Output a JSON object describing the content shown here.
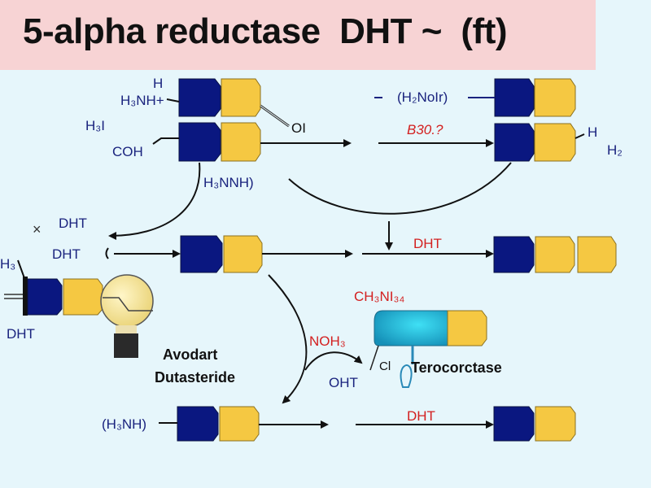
{
  "title": "5-alpha reductase  DHT ~  (ft)",
  "labels": {
    "h_top": "H",
    "h3nh": "H₃NH+",
    "h3i": "H₃I",
    "coh": "COH",
    "ol": "OI",
    "h3nnh": "H₃NNH)",
    "h2nolr": "(H₂NoIr)",
    "b30": "B30.?",
    "h_right": "H",
    "h2": "H₂",
    "x_mark": "×",
    "dht1": "DHT",
    "dht2": "DHT",
    "h3_left": "H₃",
    "dht_left": "DHT",
    "dht_mid": "DHT",
    "ch3nl": "CH₃NI₃₄",
    "noh3": "NOH₃",
    "cl": "Cl",
    "oht": "OHT",
    "terocorctase": "Terocorctase",
    "avodart": "Avodart",
    "dutasteride": "Dutasteride",
    "h3nh_bottom": "(H₃NH)",
    "dht_bottom": "DHT"
  },
  "colors": {
    "navy": "#0a1780",
    "yellow": "#f5c842",
    "banner": "#f7d3d4",
    "red": "#d32020",
    "cyan": "#1fb8d8"
  }
}
